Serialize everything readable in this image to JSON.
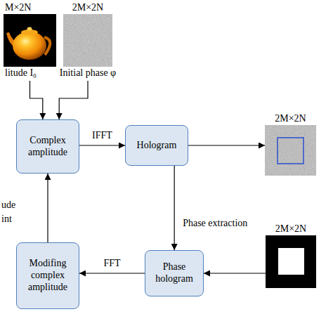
{
  "diagram": {
    "nodes": [
      {
        "text": [
          "M×2N",
          "litude I₀"
        ]
      },
      {
        "text": [
          "2M×2N",
          "Initial phase φ"
        ]
      },
      {
        "text": [
          "Complex amplitude"
        ]
      },
      {
        "text": [
          "Hologram"
        ]
      },
      {
        "text": [
          "2M×2N"
        ]
      },
      {
        "text": [
          "Phase hologram"
        ]
      },
      {
        "text": [
          "2M×2N"
        ]
      },
      {
        "text": [
          "Modifing complex amplitude"
        ]
      }
    ],
    "edges": [
      {
        "from": 0,
        "to": 2,
        "arrow": "to"
      },
      {
        "from": 1,
        "to": 2,
        "arrow": "to"
      },
      {
        "from": 2,
        "to": 3,
        "arrow": "to",
        "label": "IFFT"
      },
      {
        "from": 3,
        "to": 4,
        "arrow": "to"
      },
      {
        "from": 3,
        "to": 5,
        "arrow": "to",
        "label": "Phase extraction"
      },
      {
        "from": 6,
        "to": 5,
        "arrow": "to"
      },
      {
        "from": 5,
        "to": 7,
        "arrow": "to",
        "label": "FFT"
      },
      {
        "from": 7,
        "to": 2,
        "arrow": "to"
      }
    ],
    "labels": [
      "ude",
      "int"
    ]
  }
}
